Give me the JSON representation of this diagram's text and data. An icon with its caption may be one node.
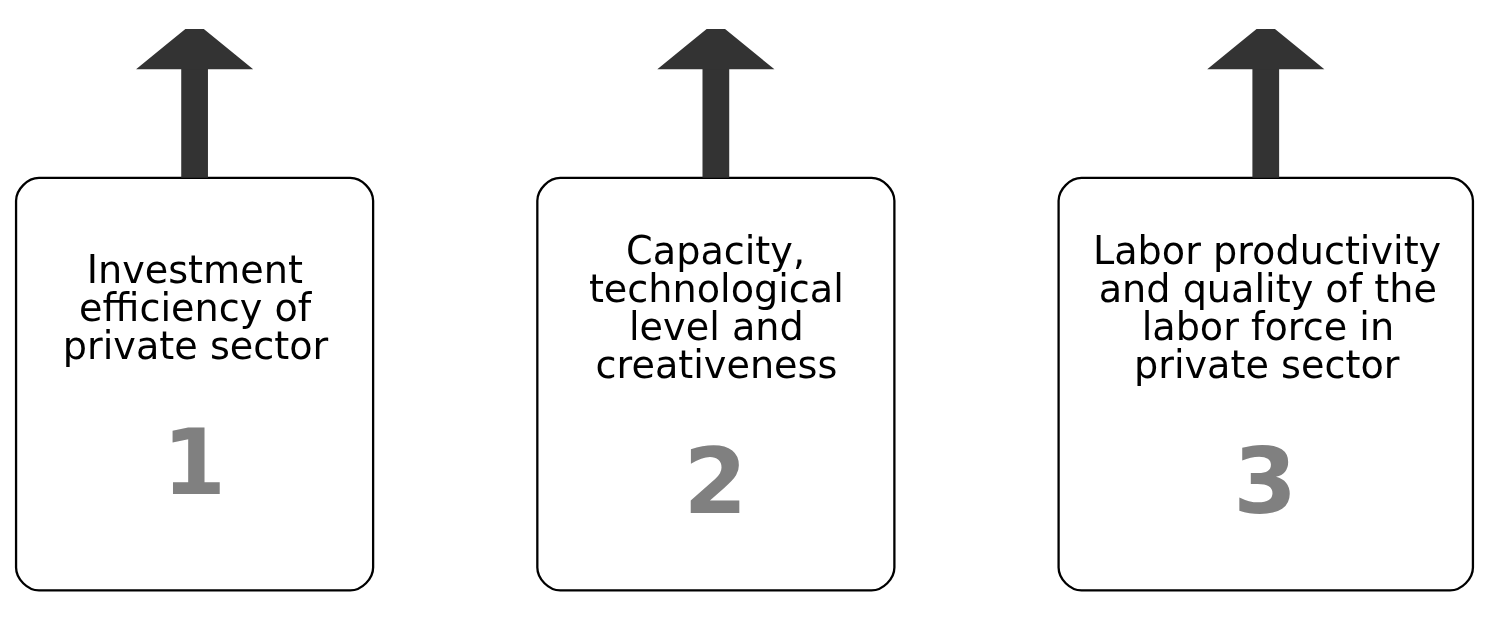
{
  "diagram": {
    "nodes": [
      {
        "text": [
          "Investment efficiency of private sector",
          "1"
        ]
      },
      {
        "text": [
          "Capacity, technological level and creativeness",
          "2"
        ]
      },
      {
        "text": [
          "Labor productivity and quality of the labor force in private sector",
          "3"
        ]
      }
    ],
    "edges": [
      {
        "from": 0,
        "to": null,
        "arrow": "to"
      },
      {
        "from": 1,
        "to": null,
        "arrow": "to"
      },
      {
        "from": 2,
        "to": null,
        "arrow": "to"
      }
    ]
  }
}
